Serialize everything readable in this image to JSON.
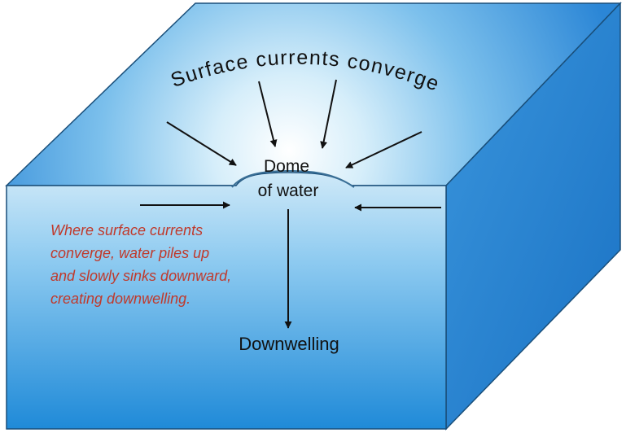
{
  "diagram": {
    "top_label": "Surface currents converge",
    "dome_label_line1": "Dome",
    "dome_label_line2": "of water",
    "bottom_label": "Downwelling",
    "caption_lines": [
      "Where surface currents",
      "converge, water piles up",
      "and slowly sinks downward,",
      "creating downwelling."
    ],
    "colors": {
      "caption": "#c0392b",
      "label": "#111111",
      "arrow": "#111111",
      "front_face_top": "#bfe3f7",
      "front_face_bottom": "#1a86d6",
      "side_face": "#1f7fd0",
      "top_face_edge": "#2e86d4",
      "top_face_center": "#ffffff"
    }
  }
}
